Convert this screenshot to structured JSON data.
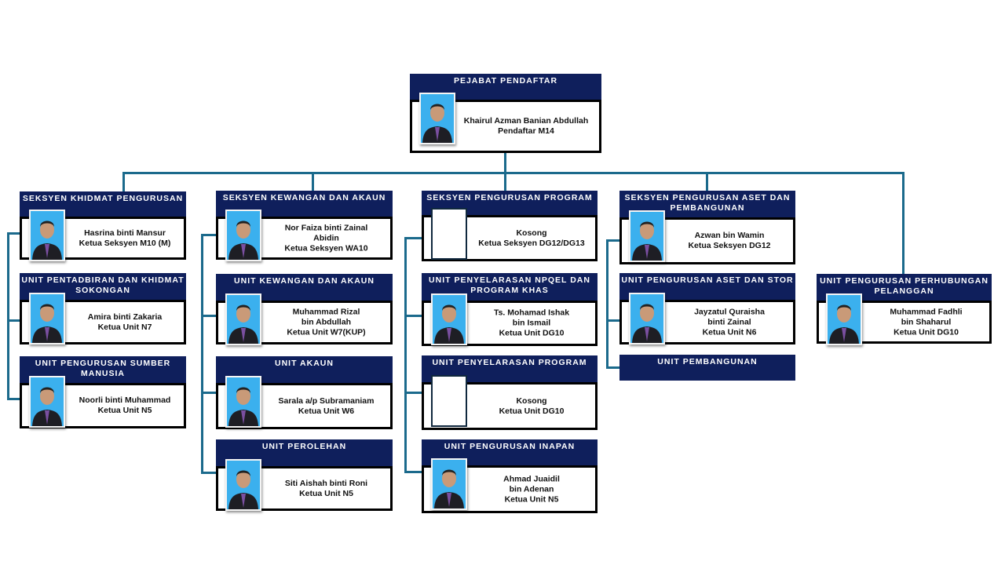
{
  "colors": {
    "header": "#0f1f5c",
    "connector": "#1b6a8c"
  },
  "top": {
    "title": "PEJABAT PENDAFTAR",
    "name": "Khairul Azman Banian Abdullah",
    "role": "Pendaftar M14",
    "photo": true
  },
  "columns": [
    [
      {
        "title": "SEKSYEN KHIDMAT PENGURUSAN",
        "lines": [
          "Hasrina binti Mansur",
          "Ketua Seksyen M10 (M)"
        ],
        "photo": true
      },
      {
        "title": "UNIT PENTADBIRAN DAN KHIDMAT SOKONGAN",
        "lines": [
          "Amira binti Zakaria",
          "Ketua Unit N7"
        ],
        "photo": true
      },
      {
        "title": "UNIT PENGURUSAN SUMBER MANUSIA",
        "lines": [
          "Noorli binti Muhammad",
          "Ketua Unit N5"
        ],
        "photo": true
      }
    ],
    [
      {
        "title": "SEKSYEN KEWANGAN DAN AKAUN",
        "lines": [
          "Nor Faiza binti Zainal",
          "Abidin",
          "Ketua Seksyen WA10"
        ],
        "photo": true
      },
      {
        "title": "UNIT KEWANGAN DAN AKAUN",
        "lines": [
          "Muhammad Rizal",
          "bin Abdullah",
          "Ketua Unit W7(KUP)"
        ],
        "photo": true
      },
      {
        "title": "UNIT AKAUN",
        "lines": [
          "Sarala a/p Subramaniam",
          "Ketua Unit W6"
        ],
        "photo": true
      },
      {
        "title": "UNIT PEROLEHAN",
        "lines": [
          "Siti Aishah binti Roni",
          "Ketua Unit N5"
        ],
        "photo": true
      }
    ],
    [
      {
        "title": "SEKSYEN PENGURUSAN PROGRAM",
        "lines": [
          "Kosong",
          "Ketua Seksyen DG12/DG13"
        ],
        "photo": false
      },
      {
        "title": "UNIT PENYELARASAN NPQEL DAN PROGRAM KHAS",
        "lines": [
          "Ts. Mohamad Ishak",
          "bin Ismail",
          "Ketua Unit DG10"
        ],
        "photo": true
      },
      {
        "title": "UNIT PENYELARASAN PROGRAM",
        "lines": [
          "Kosong",
          "Ketua Unit DG10"
        ],
        "photo": false
      },
      {
        "title": "UNIT PENGURUSAN INAPAN",
        "lines": [
          "Ahmad Juaidil",
          "bin Adenan",
          "Ketua Unit N5"
        ],
        "photo": true
      }
    ],
    [
      {
        "title": "SEKSYEN PENGURUSAN ASET DAN PEMBANGUNAN",
        "lines": [
          "Azwan bin Wamin",
          "Ketua Seksyen DG12"
        ],
        "photo": true
      },
      {
        "title": "UNIT PENGURUSAN ASET DAN STOR",
        "lines": [
          "Jayzatul Quraisha",
          "binti Zainal",
          "Ketua Unit N6"
        ],
        "photo": true
      },
      {
        "title": "UNIT PEMBANGUNAN",
        "lines": [],
        "photo": null
      }
    ],
    [
      {
        "title": "UNIT PENGURUSAN PERHUBUNGAN PELANGGAN",
        "lines": [
          "Muhammad Fadhli",
          "bin Shaharul",
          "Ketua Unit DG10"
        ],
        "photo": true
      }
    ]
  ]
}
